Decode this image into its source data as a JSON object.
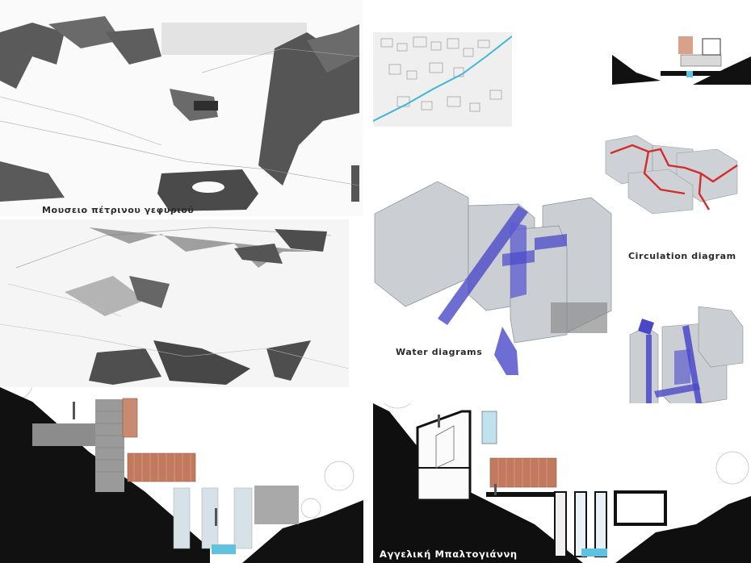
{
  "labels": {
    "museum_title": "Μουσειο πέτρινου γεφυριού",
    "circulation": "Circulation diagram",
    "water": "Water diagrams",
    "author": "Αγγελική Μπαλτογιάννη"
  },
  "colors": {
    "ink": "#1a1a1a",
    "shadow": "#5a5a5a",
    "water": "#4a48c8",
    "river": "#3fb6d6",
    "circulation": "#d22c2c",
    "timber": "#c27a5e",
    "glass": "#b9c0c6"
  }
}
